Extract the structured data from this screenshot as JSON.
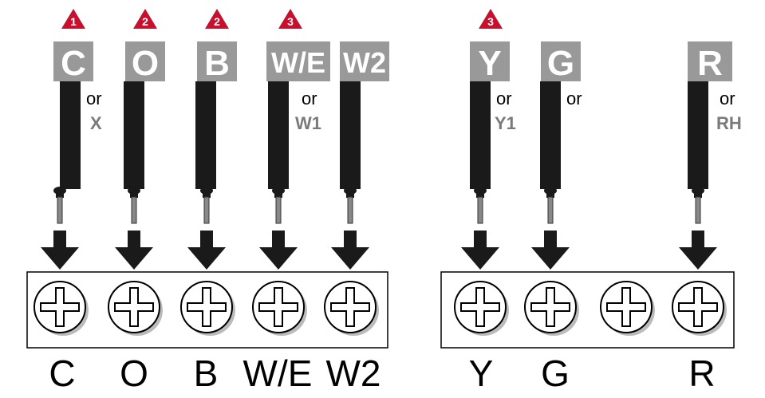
{
  "colors": {
    "badge": "#c8102e",
    "label_bg": "#999999",
    "wire": "#1a1a1a",
    "alt_text": "#7a7a7a",
    "screw_shadow": "#bbbbbb"
  },
  "wires": [
    {
      "label": "C",
      "badge": "1",
      "or": "or",
      "alt": "X"
    },
    {
      "label": "O",
      "badge": "2",
      "or": "",
      "alt": ""
    },
    {
      "label": "B",
      "badge": "2",
      "or": "",
      "alt": ""
    },
    {
      "label": "W/E",
      "badge": "3",
      "or": "or",
      "alt": "W1"
    },
    {
      "label": "W2",
      "badge": "",
      "or": "",
      "alt": ""
    },
    {
      "label": "Y",
      "badge": "3",
      "or": "or",
      "alt": "Y1"
    },
    {
      "label": "G",
      "badge": "",
      "or": "or",
      "alt": ""
    },
    {
      "label": "R",
      "badge": "",
      "or": "or",
      "alt": "RH"
    }
  ],
  "terminal_blocks": [
    {
      "terminals": [
        "C",
        "O",
        "B",
        "W/E",
        "W2"
      ]
    },
    {
      "terminals": [
        "Y",
        "G",
        "",
        "R"
      ]
    }
  ]
}
